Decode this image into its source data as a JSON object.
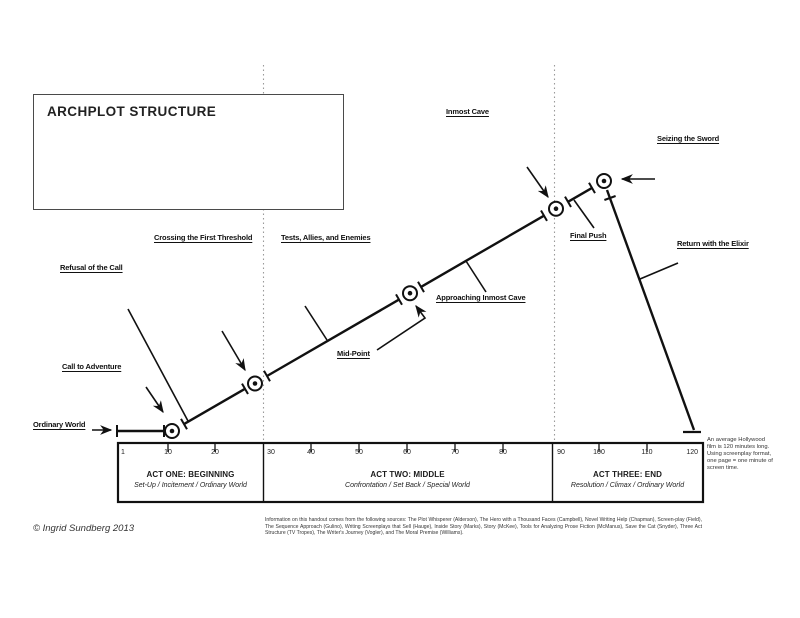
{
  "title": "ARCHPLOT STRUCTURE",
  "copyright": "© Ingrid Sundberg 2013",
  "stages": {
    "ordinary_world": "Ordinary World",
    "call_to_adventure": "Call to Adventure",
    "refusal_of_the_call": "Refusal of the Call",
    "crossing_the_first_threshold": "Crossing the First Threshold",
    "tests_allies_and_enemies": "Tests, Allies, and Enemies",
    "mid_point": "Mid-Point",
    "approaching_inmost_cave": "Approaching Inmost Cave",
    "inmost_cave": "Inmost Cave",
    "final_push": "Final Push",
    "seizing_the_sword": "Seizing the Sword",
    "return_with_the_elixir": "Return with the Elixir"
  },
  "acts": [
    {
      "title": "ACT ONE: BEGINNING",
      "subtitle": "Set-Up / Incitement / Ordinary World"
    },
    {
      "title": "ACT TWO: MIDDLE",
      "subtitle": "Confrontation / Set Back / Special World"
    },
    {
      "title": "ACT THREE: END",
      "subtitle": "Resolution / Climax / Ordinary World"
    }
  ],
  "axis": {
    "ticks": [
      "1",
      "10",
      "20",
      "30",
      "40",
      "50",
      "60",
      "70",
      "80",
      "90",
      "100",
      "110",
      "120"
    ]
  },
  "side_note": "An average Hollywood film is 120 minutes long. Using screenplay format, one page = one minute of screen time.",
  "sources": "Information on this handout comes from the following sources: The Plot Whisperer (Alderson), The Hero with a Thousand Faces (Campbell), Novel Writing Help (Chapman), Screen-play (Field), The Sequence Approach (Gulino), Writing Screenplays that Sell (Hauge), Inside Story (Marks), Story (McKee), Tools for Analyzing Prose Fiction (McManus), Save the Cat (Snyder), Three Act Structure (TV Tropes), The Writer's Journey (Vogler), and The Moral Premise (Williams).",
  "colors": {
    "ink": "#111111",
    "dotted_guide": "#9a9a9a",
    "box_border": "#4a4a4a"
  }
}
